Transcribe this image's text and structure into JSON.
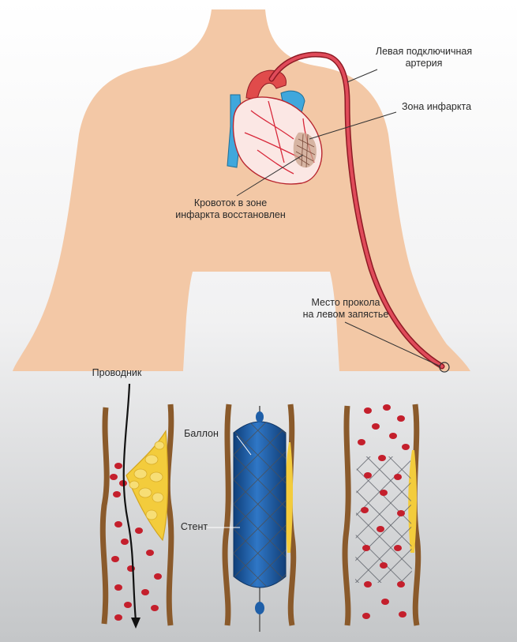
{
  "labels": {
    "left_subclavian_artery": {
      "line1": "Левая подключичная",
      "line2": "артерия"
    },
    "infarct_zone": "Зона инфаркта",
    "blood_flow_restored": {
      "line1": "Кровоток в зоне",
      "line2": "инфаркта восстановлен"
    },
    "puncture_site": {
      "line1": "Место прокола",
      "line2": "на левом запястье"
    },
    "guidewire": "Проводник",
    "balloon": "Баллон",
    "stent": "Стент"
  },
  "colors": {
    "skin": "#f3c8a6",
    "artery": "#d8283a",
    "artery_outline": "#8e1a24",
    "vessel_wall": "#8a5a2b",
    "plaque": "#f3cc3c",
    "blood_cell": "#c41f2c",
    "balloon": "#1f5fa8",
    "background_bottom": "#c9cbcd"
  }
}
